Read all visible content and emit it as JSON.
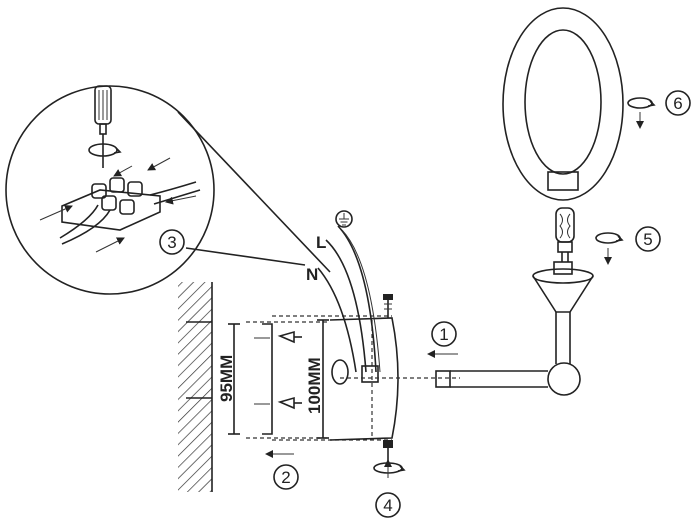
{
  "steps": {
    "step1": "1",
    "step2": "2",
    "step3": "3",
    "step4": "4",
    "step5": "5",
    "step6": "6"
  },
  "wires": {
    "neutral": "N",
    "live": "L"
  },
  "dimensions": {
    "inner_spacing": "95MM",
    "outer_height": "100MM"
  },
  "colors": {
    "line": "#222222",
    "background": "#ffffff"
  },
  "icons": [
    "ground-icon",
    "screwdriver-icon",
    "rotation-arrow-icon",
    "screw-icon",
    "bulb-icon"
  ]
}
